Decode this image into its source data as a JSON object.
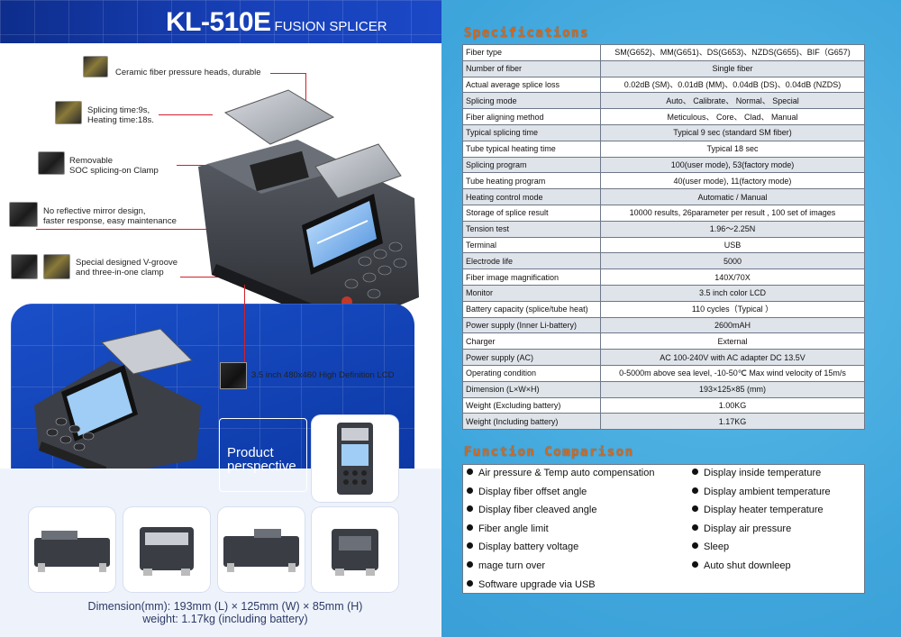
{
  "header": {
    "model": "KL-510E",
    "subtitle": "FUSION SPLICER"
  },
  "callouts": {
    "heads": "Ceramic fiber pressure heads, durable",
    "time_line1": "Splicing time:9s,",
    "time_line2": "Heating time:18s.",
    "clamp_line1": "Removable",
    "clamp_line2": "SOC splicing-on Clamp",
    "mirror_line1": "No reflective mirror design,",
    "mirror_line2": "faster response, easy maintenance",
    "vgroove_line1": "Special designed V-groove",
    "vgroove_line2": "and three-in-one clamp",
    "lcd": "3.5 inch 480x460 High Definition LCD"
  },
  "product_label": {
    "line1": "Product",
    "line2": "perspective"
  },
  "dimensions": {
    "line1": "Dimension(mm):   193mm (L) × 125mm (W) × 85mm (H)",
    "line2": "weight: 1.17kg (including battery)"
  },
  "specifications": {
    "title": "Specifications",
    "rows": [
      [
        "Fiber type",
        "SM(G652)、MM(G651)、DS(G653)、NZDS(G655)、BIF（G657)"
      ],
      [
        "Number of fiber",
        "Single fiber"
      ],
      [
        "Actual average splice loss",
        "0.02dB (SM)、0.01dB (MM)、0.04dB (DS)、0.04dB (NZDS)"
      ],
      [
        "Splicing mode",
        "Auto、 Calibrate、 Normal、 Special"
      ],
      [
        "Fiber aligning method",
        "Meticulous、 Core、 Clad、 Manual"
      ],
      [
        "Typical splicing time",
        "Typical 9 sec (standard SM fiber)"
      ],
      [
        "Tube typical heating time",
        "Typical 18 sec"
      ],
      [
        "Splicing program",
        "100(user mode), 53(factory mode)"
      ],
      [
        "Tube heating program",
        "40(user mode), 11(factory mode)"
      ],
      [
        "Heating control mode",
        "Automatic / Manual"
      ],
      [
        "Storage of splice result",
        "10000 results,  26parameter per result ,  100 set of images"
      ],
      [
        "Tension test",
        "1.96～2.25N"
      ],
      [
        "Terminal",
        "USB"
      ],
      [
        "Electrode life",
        "5000"
      ],
      [
        "Fiber image magnification",
        "140X/70X"
      ],
      [
        "Monitor",
        "3.5  inch color LCD"
      ],
      [
        "Battery capacity (splice/tube heat)",
        "110  cycles（Typical ）"
      ],
      [
        "Power supply (Inner Li-battery)",
        "2600mAH"
      ],
      [
        "Charger",
        "External"
      ],
      [
        "Power supply (AC)",
        "AC 100-240V with AC adapter  DC 13.5V"
      ],
      [
        "Operating condition",
        "0-5000m above sea level, -10-50℃    Max wind velocity of 15m/s"
      ],
      [
        "Dimension (L×W×H)",
        "193×125×85 (mm)"
      ],
      [
        "Weight (Excluding battery)",
        "1.00KG"
      ],
      [
        "Weight (Including battery)",
        "1.17KG"
      ]
    ]
  },
  "function_comparison": {
    "title": "Function Comparison",
    "left": [
      "Air pressure & Temp auto compensation",
      "Display fiber offset angle",
      "Display fiber cleaved angle",
      "Fiber angle limit",
      "Display battery voltage",
      "mage turn over",
      "Software upgrade via USB"
    ],
    "right": [
      "Display inside temperature",
      "Display ambient temperature",
      "Display heater temperature",
      "Display air pressure",
      "Sleep",
      "Auto shut downleep"
    ]
  },
  "colors": {
    "brand_blue": "#1740b8",
    "right_bg": "#48aee0",
    "section_title": "#d06a22",
    "callout_line": "#d0212a"
  }
}
